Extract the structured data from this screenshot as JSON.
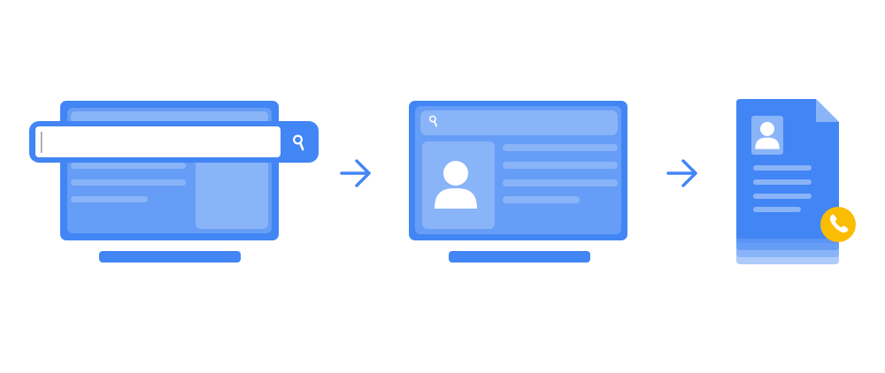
{
  "colors": {
    "background": "#ffffff",
    "primary": "#4285f4",
    "screen": "#669df6",
    "panel": "#8ab4f8",
    "text_line": "#8ab4f8",
    "search_field": "#ffffff",
    "cursor": "#9aa0a6",
    "avatar": "#ffffff",
    "phone_badge": "#fbbc04",
    "phone_icon": "#ffffff",
    "stack_layers": [
      "#aecbfa",
      "#8ab4f8",
      "#669df6",
      "#5a95f5"
    ]
  },
  "steps": [
    {
      "id": "search",
      "icons": [
        "search-icon"
      ]
    },
    {
      "id": "profile",
      "icons": [
        "search-icon",
        "person-icon"
      ]
    },
    {
      "id": "contact-card",
      "icons": [
        "person-icon",
        "phone-icon"
      ]
    }
  ],
  "connectors": [
    {
      "from": "search",
      "to": "profile",
      "icon": "arrow-right-icon"
    },
    {
      "from": "profile",
      "to": "contact-card",
      "icon": "arrow-right-icon"
    }
  ]
}
